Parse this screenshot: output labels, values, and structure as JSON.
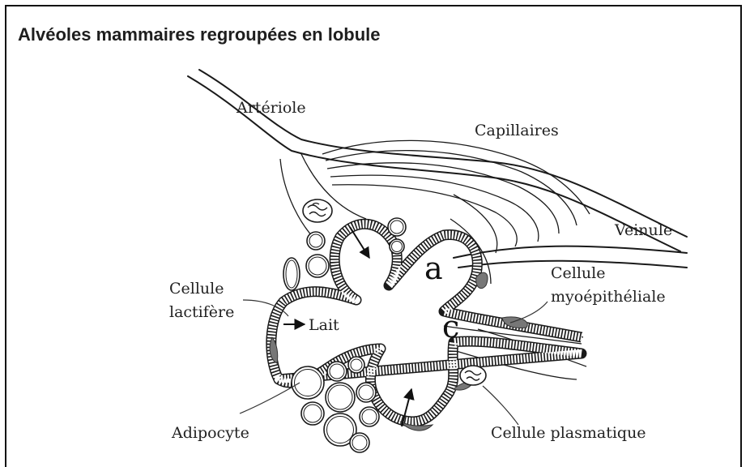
{
  "title": "Alvéoles mammaires regroupées en lobule",
  "labels": {
    "arteriole": "Artériole",
    "capillaires": "Capillaires",
    "veinule": "Veinule",
    "cellule_myoepitheliale_line1": "Cellule",
    "cellule_myoepitheliale_line2": "myoépithéliale",
    "cellule_lactifere_line1": "Cellule",
    "cellule_lactifere_line2": "lactifère",
    "lait": "Lait",
    "adipocyte": "Adipocyte",
    "cellule_plasmatique": "Cellule plasmatique",
    "lumen_a": "a",
    "lumen_c": "c"
  }
}
